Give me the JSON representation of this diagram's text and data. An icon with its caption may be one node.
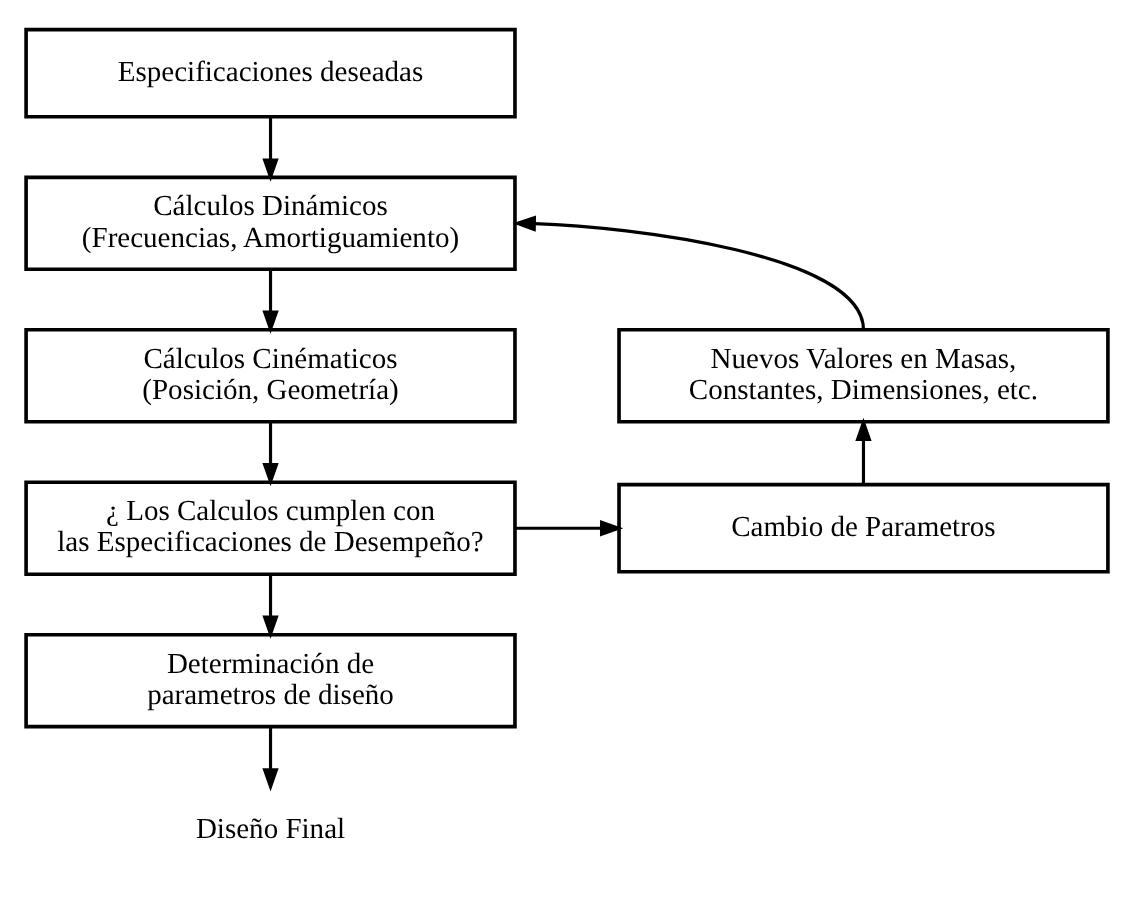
{
  "diagram": {
    "nodes": [
      {
        "text": [
          "Especificaciones deseadas"
        ]
      },
      {
        "text": [
          "Cálculos Dinámicos (Frecuencias, Amortiguamiento)"
        ]
      },
      {
        "text": [
          "Cálculos Cinématicos (Posición, Geometría)"
        ]
      },
      {
        "text": [
          "¿ Los Calculos cumplen con las Especificaciones de Desempeño?"
        ]
      },
      {
        "text": [
          "Determinación de parametros de diseño"
        ]
      },
      {
        "text": [
          "Diseño Final"
        ]
      },
      {
        "text": [
          "Cambio de Parametros"
        ]
      },
      {
        "text": [
          "Nuevos Valores en Masas, Constantes, Dimensiones, etc."
        ]
      }
    ],
    "edges": [
      {
        "from": 0,
        "to": 1,
        "arrow": "to"
      },
      {
        "from": 1,
        "to": 2,
        "arrow": "to"
      },
      {
        "from": 2,
        "to": 3,
        "arrow": "to"
      },
      {
        "from": 3,
        "to": 4,
        "arrow": "to"
      },
      {
        "from": 4,
        "to": 5,
        "arrow": "to"
      },
      {
        "from": 3,
        "to": 6,
        "arrow": "to"
      },
      {
        "from": 6,
        "to": 7,
        "arrow": "to"
      },
      {
        "from": 7,
        "to": 1,
        "arrow": "to"
      }
    ]
  }
}
